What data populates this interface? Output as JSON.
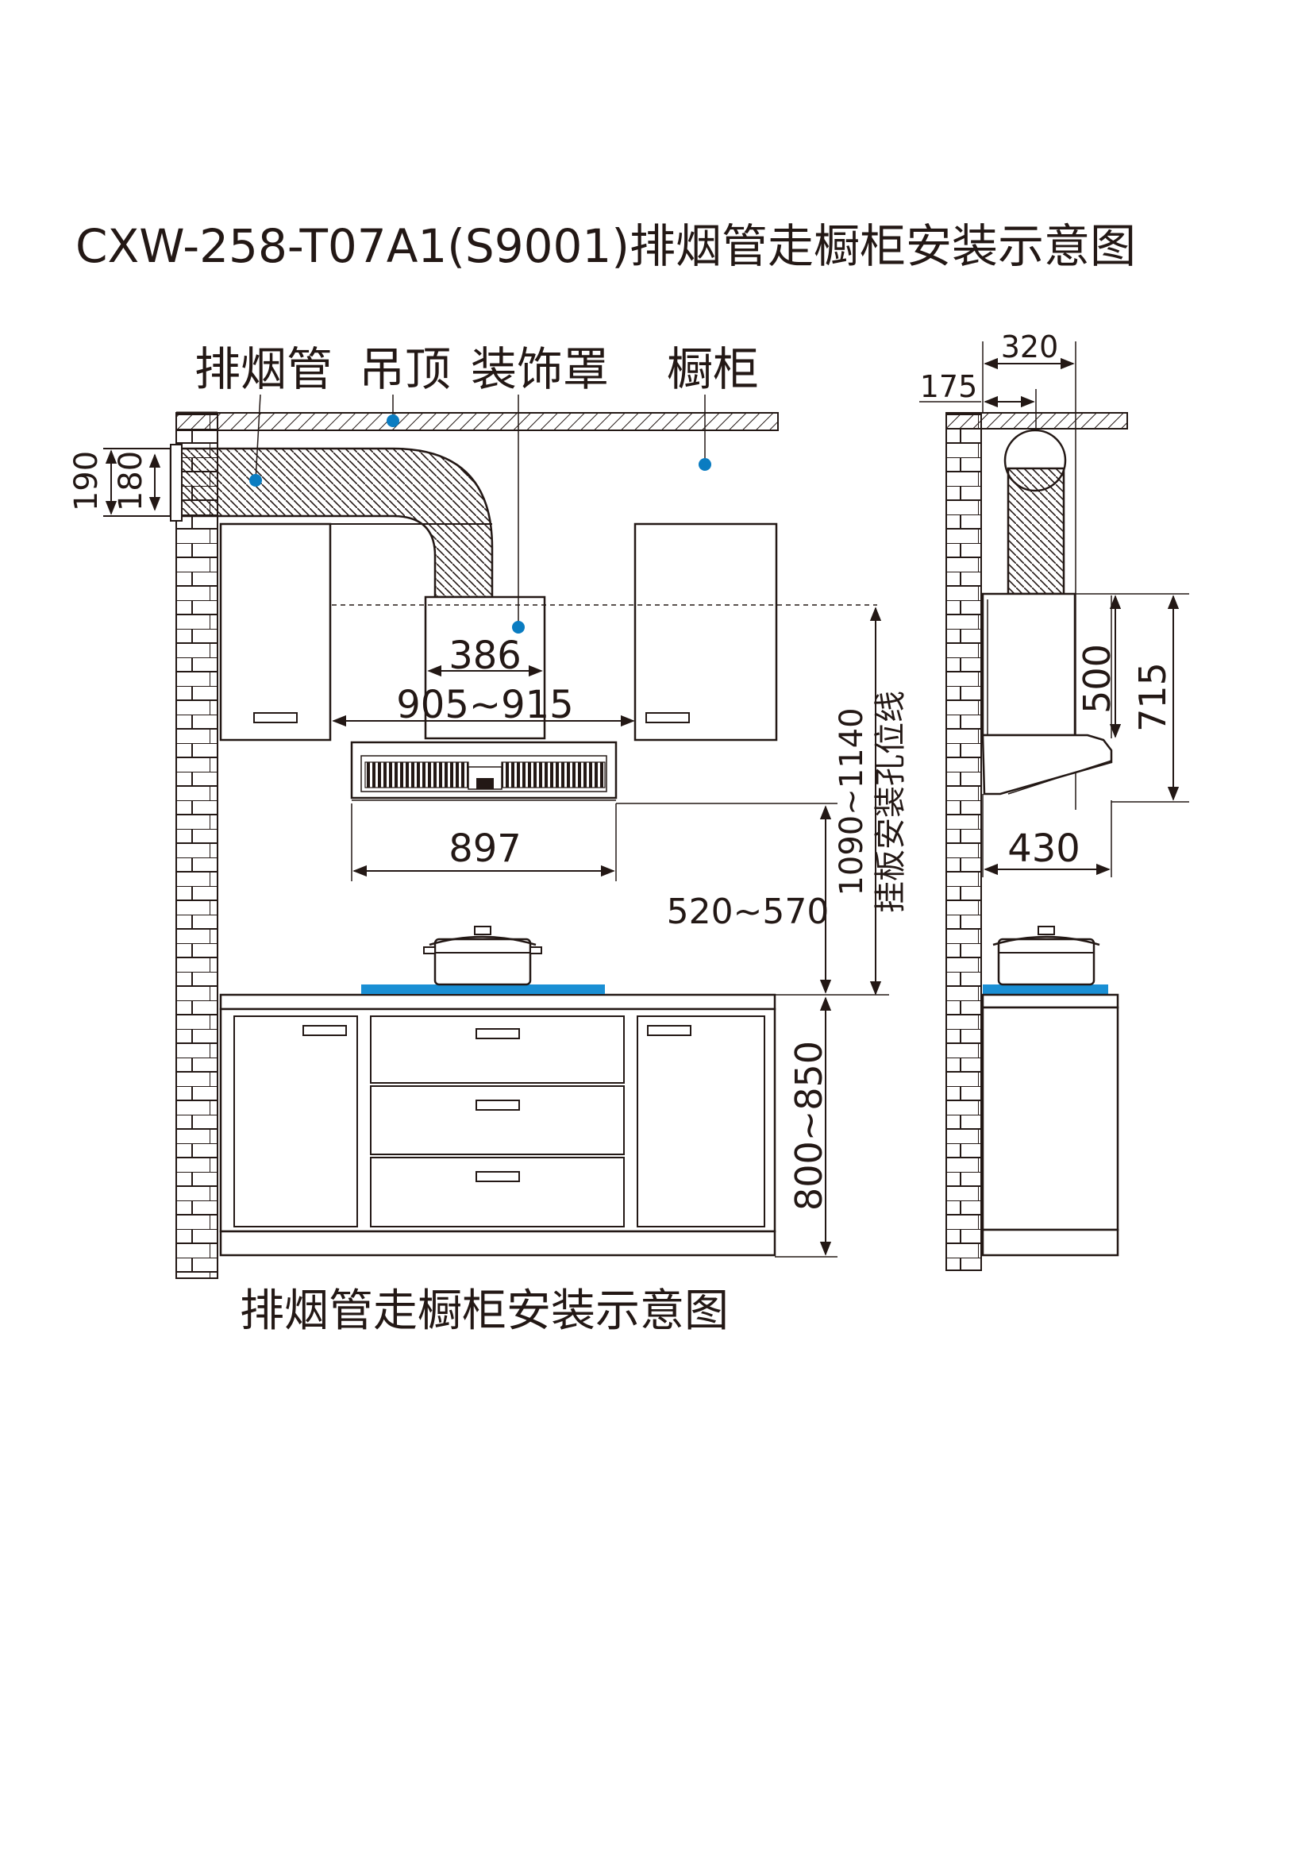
{
  "title": "CXW-258-T07A1(S9001)排烟管走橱柜安装示意图",
  "caption": "排烟管走橱柜安装示意图",
  "labels": {
    "duct": "排烟管",
    "ceiling": "吊顶",
    "cover": "装饰罩",
    "cabinet": "橱柜",
    "mount_line": "挂板安装孔位线"
  },
  "dimensions": {
    "d190": "190",
    "d180": "180",
    "d386": "386",
    "d905_915": "905~915",
    "d897": "897",
    "d520_570": "520~570",
    "d1090_1140": "1090~1140",
    "d800_850": "800~850",
    "d320": "320",
    "d175": "175",
    "d500": "500",
    "d715": "715",
    "d430": "430"
  },
  "colors": {
    "ink": "#231815",
    "accent": "#0a7cc1",
    "cooktop": "#1a8fd4"
  }
}
